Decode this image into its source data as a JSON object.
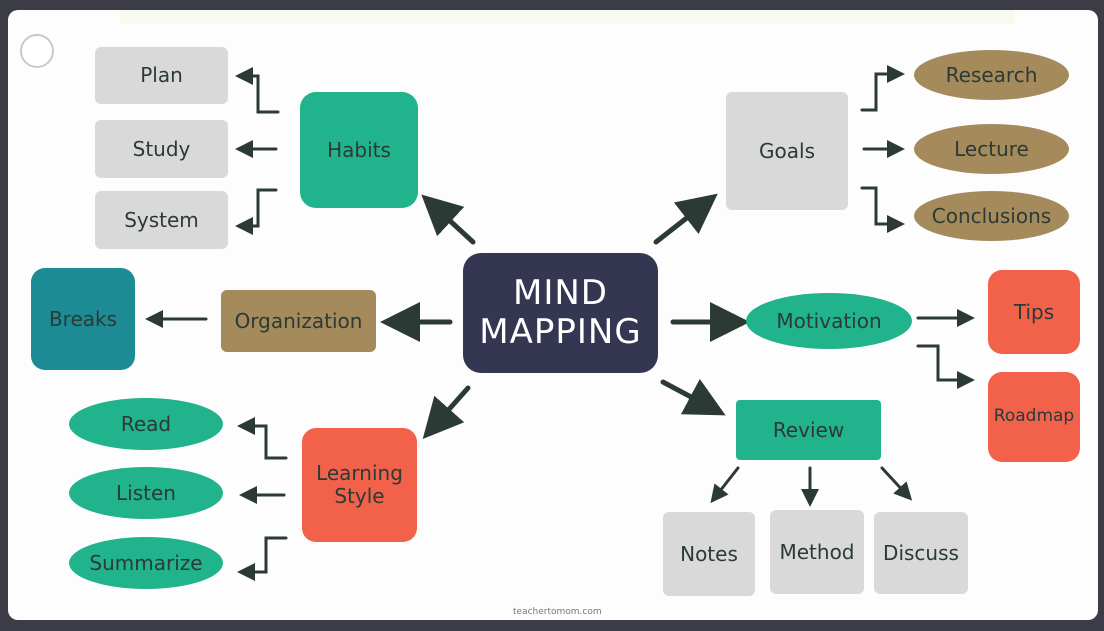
{
  "center": {
    "line1": "MIND",
    "line2": "MAPPING"
  },
  "habits": {
    "label": "Habits",
    "children": [
      "Plan",
      "Study",
      "System"
    ]
  },
  "goals": {
    "label": "Goals",
    "children": [
      "Research",
      "Lecture",
      "Conclusions"
    ]
  },
  "organization": {
    "label": "Organization",
    "child": "Breaks"
  },
  "motivation": {
    "label": "Motivation",
    "children": [
      "Tips",
      "Roadmap"
    ]
  },
  "learning_style": {
    "line1": "Learning",
    "line2": "Style",
    "children": [
      "Read",
      "Listen",
      "Summarize"
    ]
  },
  "review": {
    "label": "Review",
    "children": [
      "Notes",
      "Method",
      "Discuss"
    ]
  },
  "credit": "teachertomom.com",
  "colors": {
    "background": "#3b3c46",
    "center": "#353752",
    "green": "#21b38c",
    "gray": "#d9d9d9",
    "brown": "#a58a5b",
    "teal": "#1c8b94",
    "orange": "#f2614a",
    "arrow": "#2c3a36"
  }
}
